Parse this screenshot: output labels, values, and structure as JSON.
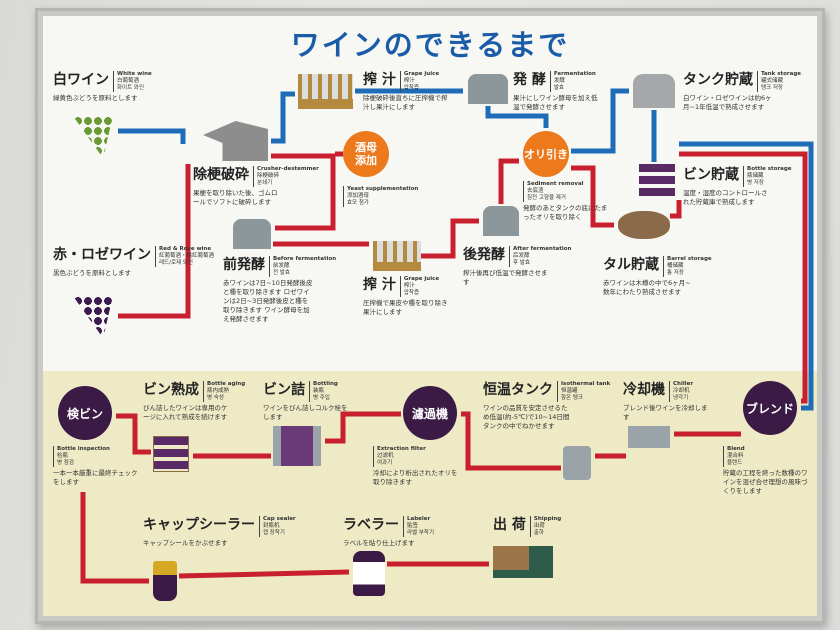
{
  "title": "ワインのできるまで",
  "colors": {
    "white_flow": "#1e6bb8",
    "red_flow": "#c8202e",
    "orange": "#ec7a1c",
    "purple": "#3b1a45"
  },
  "circles": {
    "yeast": "酒母\n添加",
    "sediment": "オリ引き",
    "blend": "ブレンド",
    "filter": "濾過機",
    "inspect": "検ビン"
  },
  "steps": [
    {
      "id": "white",
      "t": "白ワイン",
      "en": "White wine",
      "zh": "白葡萄酒",
      "ko": "화이트 와인",
      "d": "緑黄色ぶどうを原料とします"
    },
    {
      "id": "red",
      "t": "赤・ロゼワイン",
      "en": "Red & Rose wine",
      "zh": "紅葡萄酒・桃紅葡萄酒",
      "ko": "레드/로제 와인",
      "d": "黒色ぶどうを原料とします"
    },
    {
      "id": "crush",
      "t": "除梗破砕",
      "en": "Crusher-destemmer",
      "zh": "除梗破碎",
      "ko": "분쇄기",
      "d": "果梗を取り除いた後、ゴムロールでソフトに破砕します"
    },
    {
      "id": "press1",
      "t": "搾 汁",
      "en": "Grape juice",
      "zh": "榨汁",
      "ko": "압착즙",
      "d": "除梗破砕後直ちに圧搾機で搾汁し果汁にします"
    },
    {
      "id": "yeast",
      "t": "",
      "en": "Yeast supplementation",
      "zh": "添加酒母",
      "ko": "효모 첨가",
      "d": ""
    },
    {
      "id": "ferment",
      "t": "発 酵",
      "en": "Fermentation",
      "zh": "发酵",
      "ko": "발효",
      "d": "果汁にしワイン酵母を加え低温で発酵させます"
    },
    {
      "id": "sediment",
      "t": "",
      "en": "Sediment removal",
      "zh": "去底渣",
      "ko": "침전 고형물 제거",
      "d": "発酵のあとタンクの底にたまったオリを取り除く"
    },
    {
      "id": "tank",
      "t": "タンク貯蔵",
      "en": "Tank storage",
      "zh": "罐式储藏",
      "ko": "탱크 저장",
      "d": "白ワイン・ロゼワインは約6ヶ月~1年低温で熟成させます"
    },
    {
      "id": "bottle",
      "t": "ビン貯蔵",
      "en": "Bottle storage",
      "zh": "瓶储藏",
      "ko": "병 저장",
      "d": "温度・湿度のコントロールされた貯蔵庫で熟成します"
    },
    {
      "id": "barrel",
      "t": "タル貯蔵",
      "en": "Barrel storage",
      "zh": "桶储藏",
      "ko": "통 저장",
      "d": "赤ワインは木樽の中で6ヶ月~数年にわたり熟成させます"
    },
    {
      "id": "pre",
      "t": "前発酵",
      "en": "Before fermentation",
      "zh": "前发酵",
      "ko": "전 발효",
      "d": "赤ワインは7日~10日発酵後皮と種を取り除きます ロゼワインは2日~3日発酵後皮と種を取り除きます ワイン酵母を加え発酵させます"
    },
    {
      "id": "press2",
      "t": "搾 汁",
      "en": "Grape juice",
      "zh": "榨汁",
      "ko": "압착즙",
      "d": "圧搾機で果皮や種を取り除き果汁にします"
    },
    {
      "id": "post",
      "t": "後発酵",
      "en": "After fermentation",
      "zh": "后发酵",
      "ko": "후 발효",
      "d": "搾汁後再び低温で発酵させます"
    },
    {
      "id": "blend",
      "t": "",
      "en": "Blend",
      "zh": "混合料",
      "ko": "블렌드",
      "d": "貯蔵の工程を終った数種のワインを混ぜ合せ理想の風味づくりをします"
    },
    {
      "id": "chill",
      "t": "冷却機",
      "en": "Chiller",
      "zh": "冷却机",
      "ko": "냉각기",
      "d": "ブレンド後ワインを冷却します"
    },
    {
      "id": "iso",
      "t": "恒温タンク",
      "en": "Isothermal tank",
      "zh": "恒温罐",
      "ko": "항온 탱크",
      "d": "ワインの品質を安定させるため低温(約-5℃)で10~14日間タンクの中でねかせます"
    },
    {
      "id": "filter",
      "t": "",
      "en": "Extraction filter",
      "zh": "过滤机",
      "ko": "여과기",
      "d": "冷却により析出されたオリを取り除きます"
    },
    {
      "id": "ship",
      "t": "出 荷",
      "en": "Shipping",
      "zh": "出荷",
      "ko": "출하",
      "d": ""
    },
    {
      "id": "bottling",
      "t": "ビン詰",
      "en": "Bottling",
      "zh": "装瓶",
      "ko": "병 주입",
      "d": "ワインをびん詰しコルク栓をします"
    },
    {
      "id": "aging",
      "t": "ビン熟成",
      "en": "Bottle aging",
      "zh": "瓶内成熟",
      "ko": "병 숙성",
      "d": "びん詰したワインは専用のケージに入れて熟成を続けます"
    },
    {
      "id": "inspect",
      "t": "",
      "en": "Bottle inspection",
      "zh": "检瓶",
      "ko": "병 점검",
      "d": "一本一本厳重に最終チェックをします"
    },
    {
      "id": "cap",
      "t": "キャップシーラー",
      "en": "Cap sealer",
      "zh": "封瓶机",
      "ko": "캡 장착기",
      "d": "キャップシールをかぶせます"
    },
    {
      "id": "label",
      "t": "ラベラー",
      "en": "Labeler",
      "zh": "贴签",
      "ko": "라벨 부착기",
      "d": "ラベルを貼り仕上げます"
    }
  ]
}
